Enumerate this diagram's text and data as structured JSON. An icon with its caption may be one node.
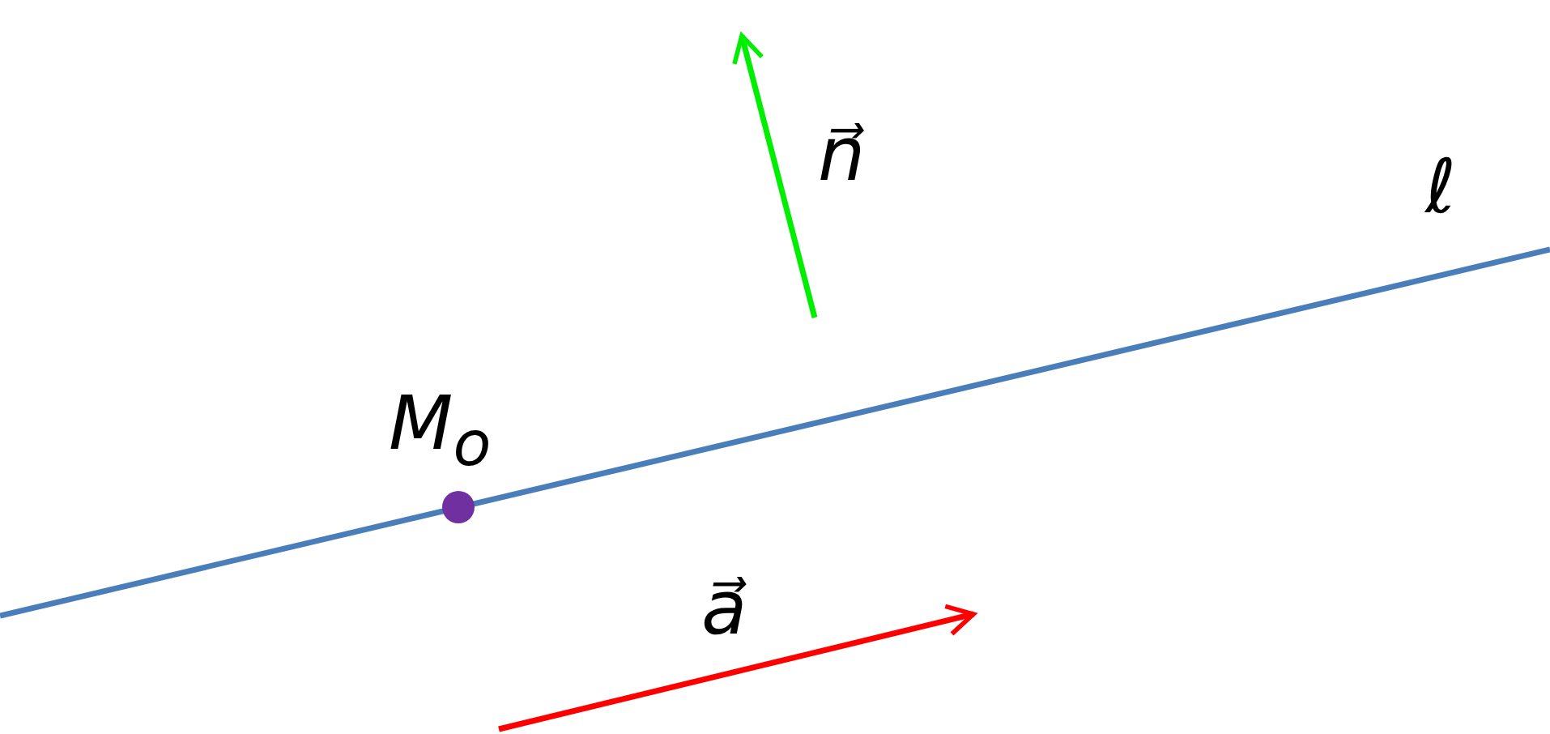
{
  "diagram": {
    "labels": [
      "n⃗",
      "ℓ",
      "M$_{o}$",
      "a⃗"
    ]
  }
}
